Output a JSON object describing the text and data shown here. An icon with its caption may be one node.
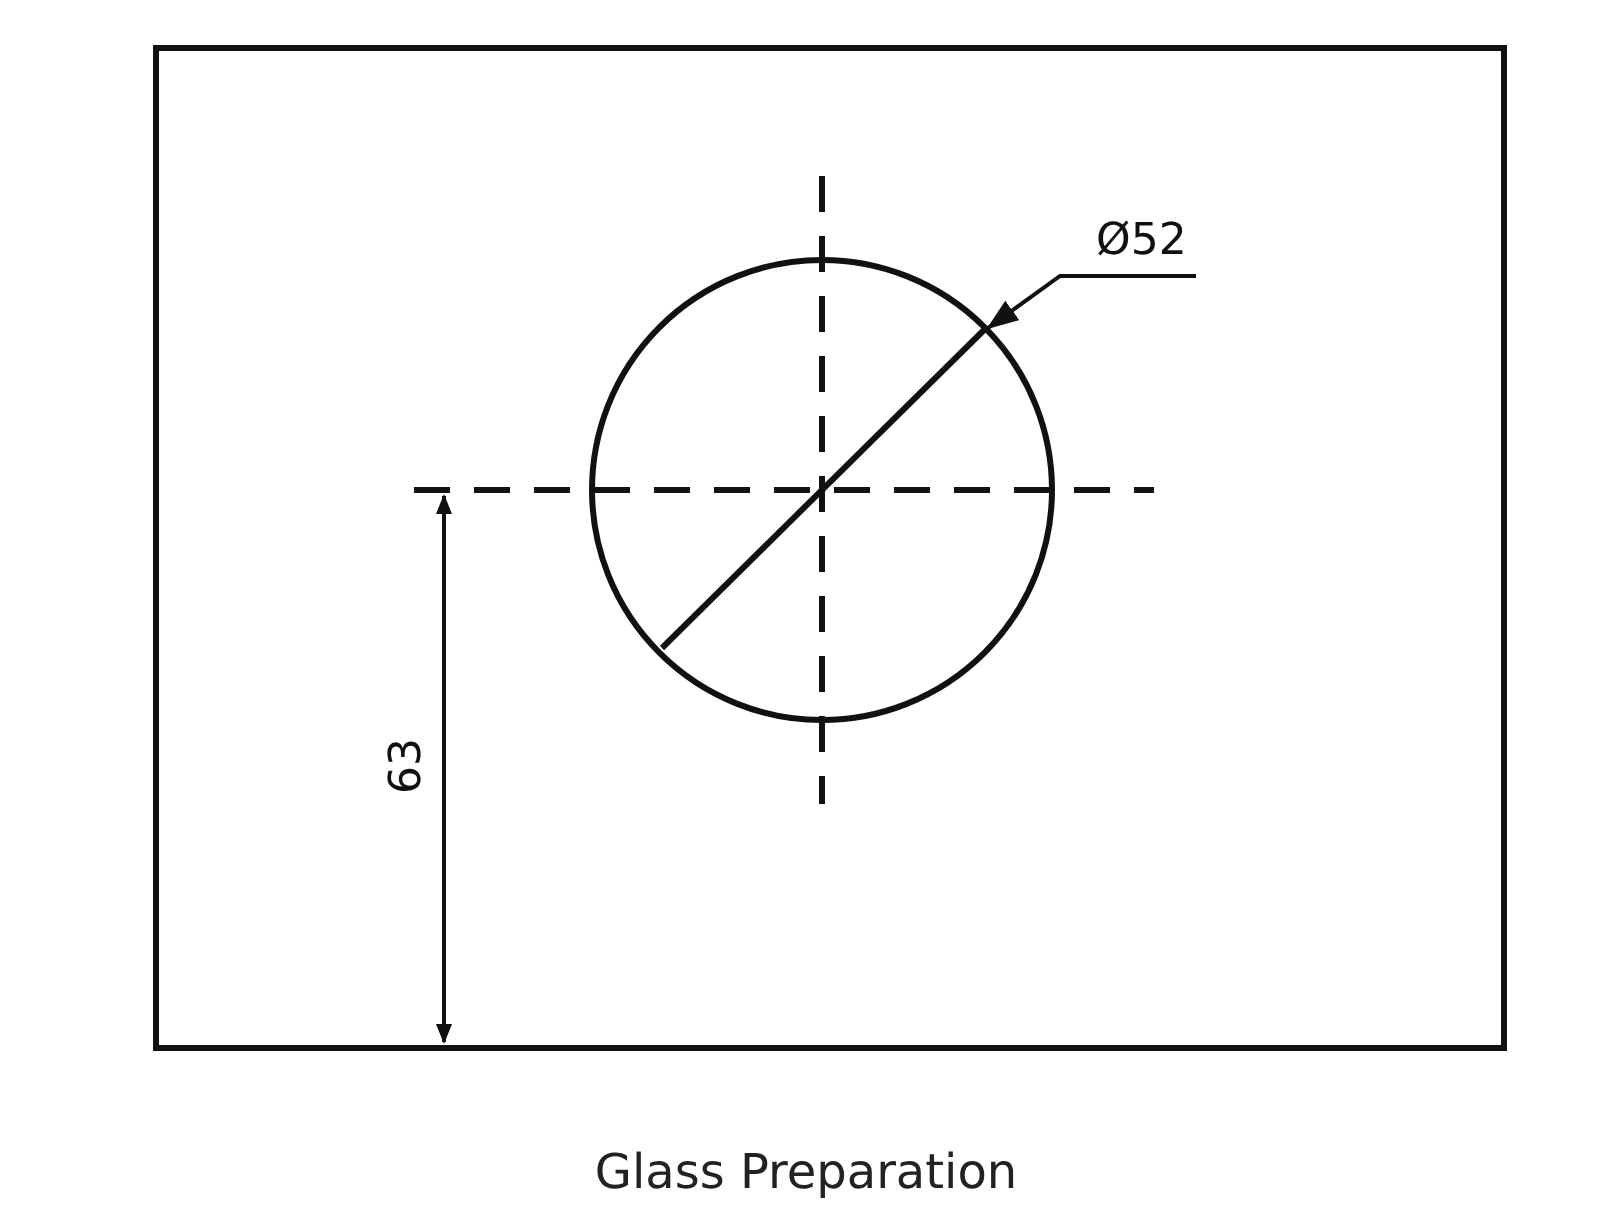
{
  "diagram": {
    "caption": "Glass Preparation",
    "labels": [
      "Ø52",
      "63"
    ]
  }
}
